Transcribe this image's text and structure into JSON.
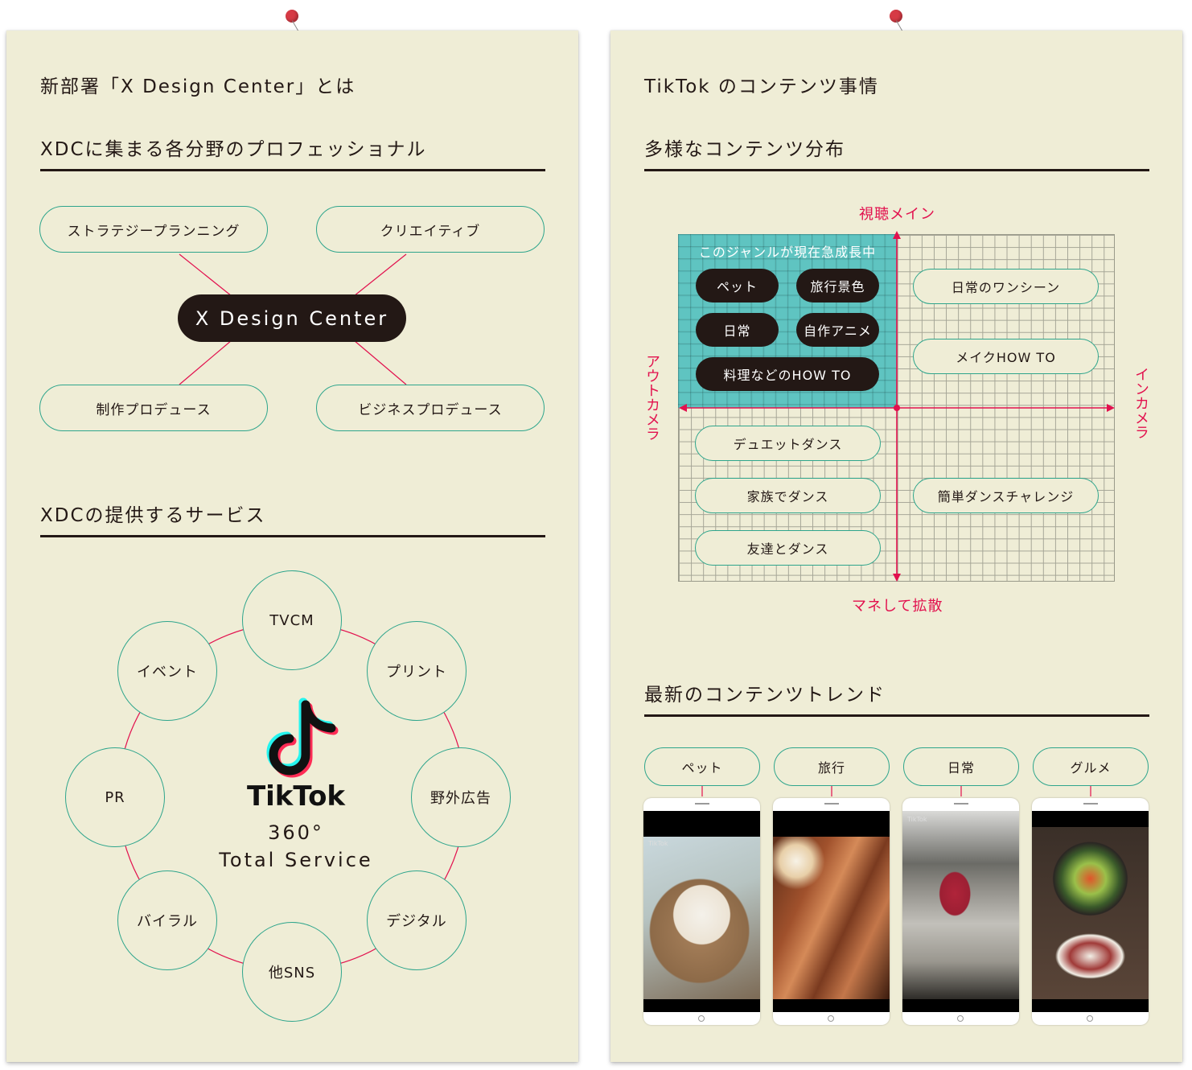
{
  "left": {
    "heading": "新部署「X Design Center」とは",
    "section1_title": "XDCに集まる各分野のプロフェッショナル",
    "hub": "X Design Center",
    "nodes": [
      "ストラテジープランニング",
      "クリエイティブ",
      "制作プロデュース",
      "ビジネスプロデュース"
    ],
    "section2_title": "XDCの提供するサービス",
    "services": [
      "TVCM",
      "プリント",
      "野外広告",
      "デジタル",
      "他SNS",
      "バイラル",
      "PR",
      "イベント"
    ],
    "center": {
      "logo_text": "TikTok",
      "line1": "360°",
      "line2": "Total Service"
    }
  },
  "right": {
    "heading": "TikTok のコンテンツ事情",
    "section1_title": "多様なコンテンツ分布",
    "axis": {
      "top": "視聴メイン",
      "bottom": "マネして拡散",
      "left": "アウトカメラ",
      "right": "インカメラ"
    },
    "highlight_label": "このジャンルが現在急成長中",
    "highlight_items": [
      "ペット",
      "旅行景色",
      "日常",
      "自作アニメ",
      "料理などのHOW TO"
    ],
    "quadrant_items": {
      "top_right": [
        "日常のワンシーン",
        "メイクHOW TO"
      ],
      "bottom_left": [
        "デュエットダンス",
        "家族でダンス",
        "友達とダンス"
      ],
      "bottom_right": [
        "簡単ダンスチャレンジ"
      ]
    },
    "section2_title": "最新のコンテンツトレンド",
    "trends": [
      {
        "label": "ペット",
        "watermark": "TikTok"
      },
      {
        "label": "旅行",
        "watermark": ""
      },
      {
        "label": "日常",
        "watermark": "TikTok"
      },
      {
        "label": "グルメ",
        "watermark": ""
      }
    ]
  },
  "colors": {
    "paper": "#efedd6",
    "teal": "#2ea58c",
    "accent": "#e2114e",
    "highlight": "#5bc4c3",
    "ink": "#231815"
  },
  "icons": [
    "pushpin-icon",
    "tiktok-logo-icon"
  ]
}
